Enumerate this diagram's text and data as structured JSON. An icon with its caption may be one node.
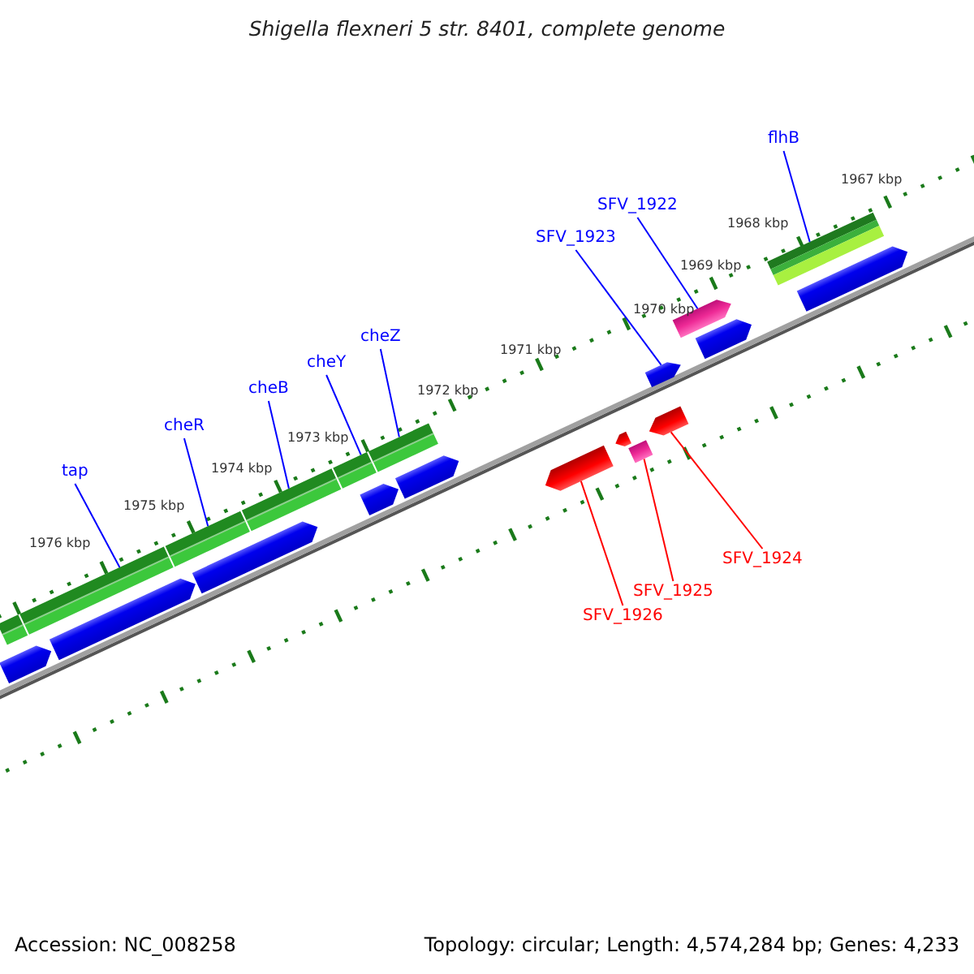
{
  "diagram": {
    "title": "Shigella flexneri 5 str. 8401, complete genome",
    "nodes": [
      {
        "text": [
          "tap"
        ]
      },
      {
        "text": [
          "cheR"
        ]
      },
      {
        "text": [
          "cheB"
        ]
      },
      {
        "text": [
          "cheY"
        ]
      },
      {
        "text": [
          "cheZ"
        ]
      },
      {
        "text": [
          "SFV_1923"
        ]
      },
      {
        "text": [
          "SFV_1922"
        ]
      },
      {
        "text": [
          "flhB"
        ]
      },
      {
        "text": [
          "SFV_1924"
        ]
      },
      {
        "text": [
          "SFV_1925"
        ]
      },
      {
        "text": [
          "SFV_1926"
        ]
      },
      {
        "text": [],
        "shape": "bar"
      },
      {
        "text": [],
        "shape": "box"
      },
      {
        "text": [],
        "shape": "bar"
      },
      {
        "text": [],
        "shape": "box"
      },
      {
        "text": [],
        "shape": "bar"
      },
      {
        "text": [],
        "shape": "box"
      },
      {
        "text": [],
        "shape": "bar"
      },
      {
        "text": [],
        "shape": "bar"
      },
      {
        "text": [],
        "shape": "box"
      },
      {
        "text": [],
        "shape": "bar"
      },
      {
        "text": [],
        "shape": "box"
      },
      {
        "text": [],
        "shape": "box"
      },
      {
        "text": [],
        "shape": "box"
      },
      {
        "text": [],
        "shape": "box"
      },
      {
        "text": [],
        "shape": "box"
      },
      {
        "text": [],
        "shape": "box"
      },
      {
        "text": [],
        "shape": "box"
      },
      {
        "text": [],
        "shape": "box"
      },
      {
        "text": [],
        "shape": "bar"
      },
      {
        "text": [],
        "shape": "box"
      }
    ],
    "edges": [
      {
        "from": 0,
        "to": 13,
        "arrow": "none"
      },
      {
        "from": 1,
        "to": 15,
        "arrow": "none"
      },
      {
        "from": 2,
        "to": 17,
        "arrow": "none"
      },
      {
        "from": 3,
        "to": 18,
        "arrow": "none"
      },
      {
        "from": 4,
        "to": 20,
        "arrow": "none"
      },
      {
        "from": 5,
        "to": 26,
        "arrow": "none"
      },
      {
        "from": 6,
        "to": 27,
        "arrow": "none"
      },
      {
        "from": 7,
        "to": 29,
        "arrow": "none"
      },
      {
        "from": 8,
        "to": 25,
        "arrow": "none",
        "color": "#ff0000"
      },
      {
        "from": 9,
        "to": 24,
        "arrow": "none",
        "color": "#ff0000"
      },
      {
        "from": 10,
        "to": 22,
        "arrow": "none",
        "color": "#ff0000"
      }
    ],
    "labels": [
      "1967 kbp",
      "1968 kbp",
      "1969 kbp",
      "1970 kbp",
      "1971 kbp",
      "1972 kbp",
      "1973 kbp",
      "1974 kbp",
      "1975 kbp",
      "1976 kbp",
      "Accession: NC_008258",
      "Topology: circular; Length: 4,574,284 bp; Genes: 4,233"
    ]
  }
}
